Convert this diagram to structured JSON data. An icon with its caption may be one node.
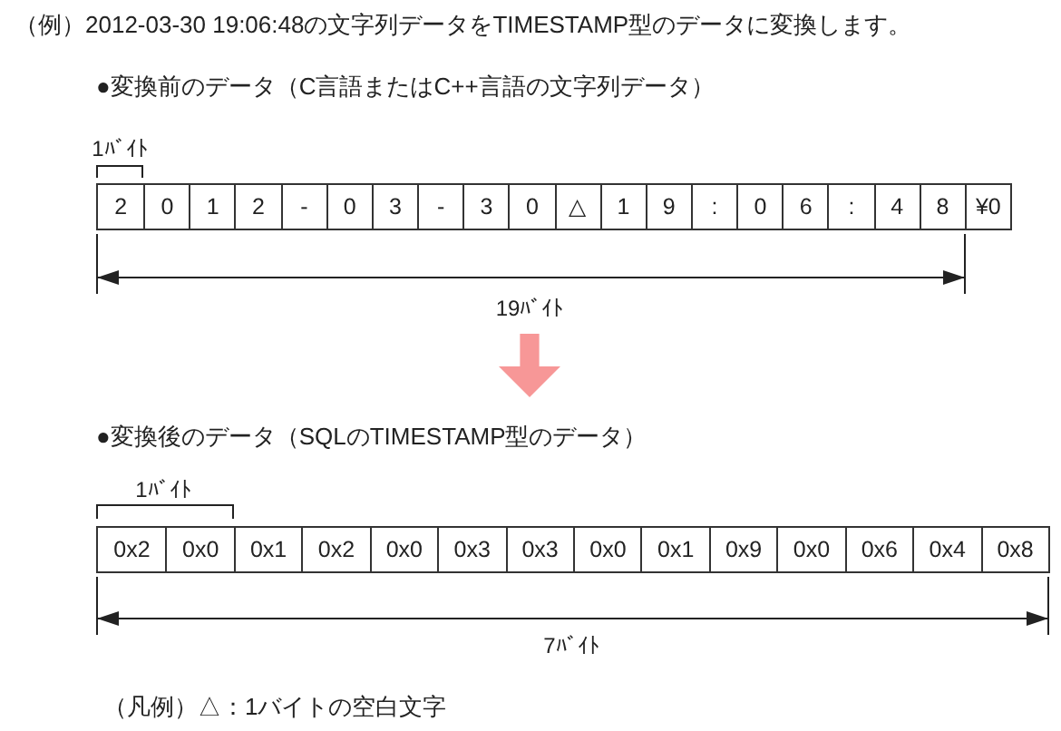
{
  "diagram": {
    "title": "（例）2012-03-30 19:06:48の文字列データをTIMESTAMP型のデータに変換します。",
    "nodes": [
      {
        "text": [],
        "shape": "box"
      },
      {
        "text": [
          "2"
        ],
        "in": 0
      },
      {
        "text": [
          "0"
        ],
        "in": 0
      },
      {
        "text": [
          "1"
        ],
        "in": 0
      },
      {
        "text": [
          "2"
        ],
        "in": 0
      },
      {
        "text": [
          "-"
        ],
        "in": 0
      },
      {
        "text": [
          "0"
        ],
        "in": 0
      },
      {
        "text": [
          "3"
        ],
        "in": 0
      },
      {
        "text": [
          "-"
        ],
        "in": 0
      },
      {
        "text": [
          "3"
        ],
        "in": 0
      },
      {
        "text": [
          "0"
        ],
        "in": 0
      },
      {
        "text": [
          "△"
        ],
        "in": 0
      },
      {
        "text": [
          "1"
        ],
        "in": 0
      },
      {
        "text": [
          "9"
        ],
        "in": 0
      },
      {
        "text": [
          ":"
        ],
        "in": 0
      },
      {
        "text": [
          "0"
        ],
        "in": 0
      },
      {
        "text": [
          "6"
        ],
        "in": 0
      },
      {
        "text": [
          ":"
        ],
        "in": 0
      },
      {
        "text": [
          "4"
        ],
        "in": 0
      },
      {
        "text": [
          "8"
        ],
        "in": 0
      },
      {
        "text": [
          "¥0"
        ],
        "in": 0
      },
      {
        "text": [],
        "shape": "box"
      },
      {
        "text": [
          "0x2"
        ],
        "in": 21
      },
      {
        "text": [
          "0x0"
        ],
        "in": 21
      },
      {
        "text": [
          "0x1"
        ],
        "in": 21
      },
      {
        "text": [
          "0x2"
        ],
        "in": 21
      },
      {
        "text": [
          "0x0"
        ],
        "in": 21
      },
      {
        "text": [
          "0x3"
        ],
        "in": 21
      },
      {
        "text": [
          "0x3"
        ],
        "in": 21
      },
      {
        "text": [
          "0x0"
        ],
        "in": 21
      },
      {
        "text": [
          "0x1"
        ],
        "in": 21
      },
      {
        "text": [
          "0x9"
        ],
        "in": 21
      },
      {
        "text": [
          "0x0"
        ],
        "in": 21
      },
      {
        "text": [
          "0x6"
        ],
        "in": 21
      },
      {
        "text": [
          "0x4"
        ],
        "in": 21
      },
      {
        "text": [
          "0x8"
        ],
        "in": 21
      }
    ],
    "labels": [
      "●変換前のデータ（C言語またはC++言語の文字列データ）",
      "1ﾊﾞｲﾄ",
      "19ﾊﾞｲﾄ",
      "●変換後のデータ（SQLのTIMESTAMP型のデータ）",
      "1ﾊﾞｲﾄ",
      "7ﾊﾞｲﾄ",
      "（凡例）△：1バイトの空白文字"
    ]
  }
}
